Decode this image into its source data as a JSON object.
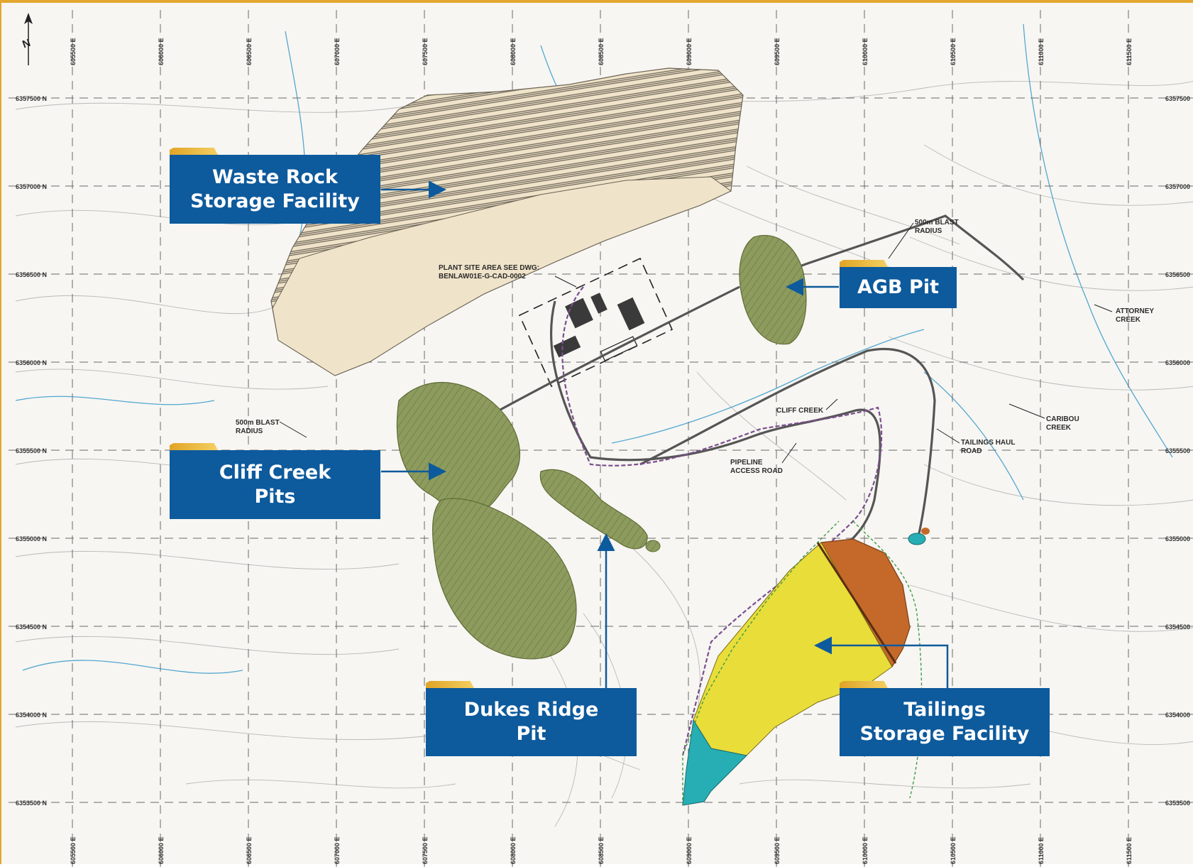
{
  "north_arrow": {
    "label": "N"
  },
  "grid": {
    "eastings_top": [
      "605500 E",
      "606000 E",
      "606500 E",
      "607000 E",
      "607500 E",
      "608000 E",
      "608500 E",
      "609000 E",
      "609500 E",
      "610000 E",
      "610500 E",
      "611000 E",
      "611500 E"
    ],
    "eastings_bottom": [
      "605500 E",
      "606000 E",
      "606500 E",
      "607000 E",
      "607500 E",
      "608000 E",
      "608500 E",
      "609000 E",
      "609500 E",
      "610000 E",
      "610500 E",
      "611000 E",
      "611500 E"
    ],
    "northings_left": [
      "6357500 N",
      "6357000 N",
      "6356500 N",
      "6356000 N",
      "6355500 N",
      "6355000 N",
      "6354500 N",
      "6354000 N",
      "6353500 N"
    ],
    "northings_right": [
      "6357500",
      "6357000",
      "6356500",
      "6356000",
      "6355500",
      "6355000",
      "6354500",
      "6354000",
      "6353500"
    ]
  },
  "map_notes": {
    "plant_site": [
      "PLANT SITE AREA SEE DWG:",
      "BENLAW01E-G-CAD-0002"
    ],
    "blast_radius_east": [
      "500m BLAST",
      "RADIUS"
    ],
    "blast_radius_west": [
      "500m BLAST",
      "RADIUS"
    ],
    "attorney_creek": [
      "ATTORNEY",
      "CREEK"
    ],
    "cliff_creek": "CLIFF CREEK",
    "caribou_creek": [
      "CARIBOU",
      "CREEK"
    ],
    "tailings_haul_road": [
      "TAILINGS HAUL",
      "ROAD"
    ],
    "pipeline_access_road": [
      "PIPELINE",
      "ACCESS ROAD"
    ]
  },
  "callouts": {
    "waste_rock": [
      "Waste Rock",
      "Storage Facility"
    ],
    "agb_pit": [
      "AGB Pit"
    ],
    "cliff_creek_pits": [
      "Cliff Creek",
      "Pits"
    ],
    "dukes_ridge_pit": [
      "Dukes Ridge",
      "Pit"
    ],
    "tailings": [
      "Tailings",
      "Storage Facility"
    ]
  },
  "colors": {
    "callout_fill": "#0d5a9c",
    "callout_tab": "#e3a72f",
    "pit_green": "#8d9c5e",
    "waste_rock_tan": "#efe3c9",
    "tailings_yellow": "#e9dd3a",
    "tailings_orange": "#c4692a",
    "tailings_teal": "#27aeb4",
    "road_purple": "#7b4e8f",
    "creek_blue": "#54a7d1"
  }
}
